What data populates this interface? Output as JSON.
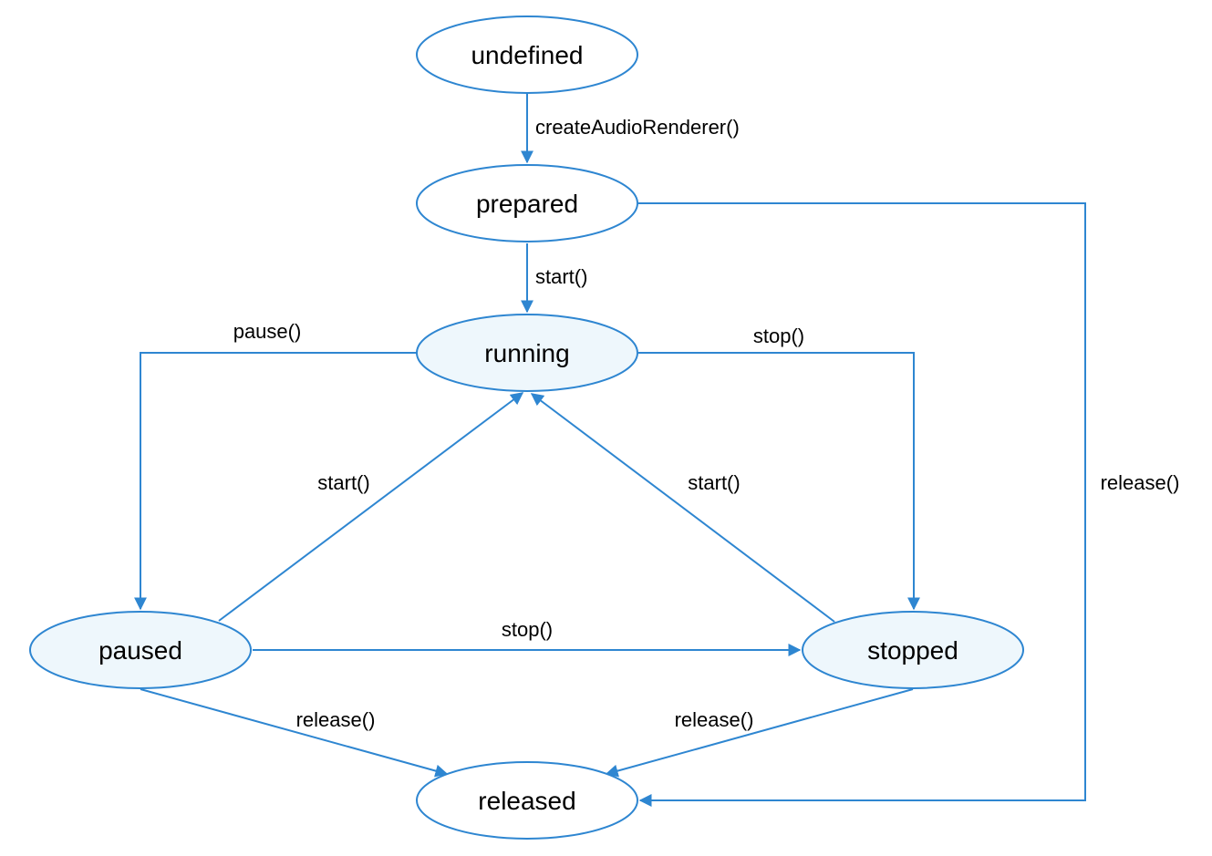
{
  "colors": {
    "stroke": "#2e86d1",
    "active_fill": "#eef7fc",
    "inactive_fill": "#ffffff"
  },
  "states": {
    "undefined": "undefined",
    "prepared": "prepared",
    "running": "running",
    "paused": "paused",
    "stopped": "stopped",
    "released": "released"
  },
  "transitions": {
    "undefined_to_prepared": "createAudioRenderer()",
    "prepared_to_running": "start()",
    "running_to_paused": "pause()",
    "running_to_stopped": "stop()",
    "paused_to_running": "start()",
    "stopped_to_running": "start()",
    "paused_to_stopped": "stop()",
    "paused_to_released": "release()",
    "stopped_to_released": "release()",
    "prepared_to_released": "release()"
  }
}
